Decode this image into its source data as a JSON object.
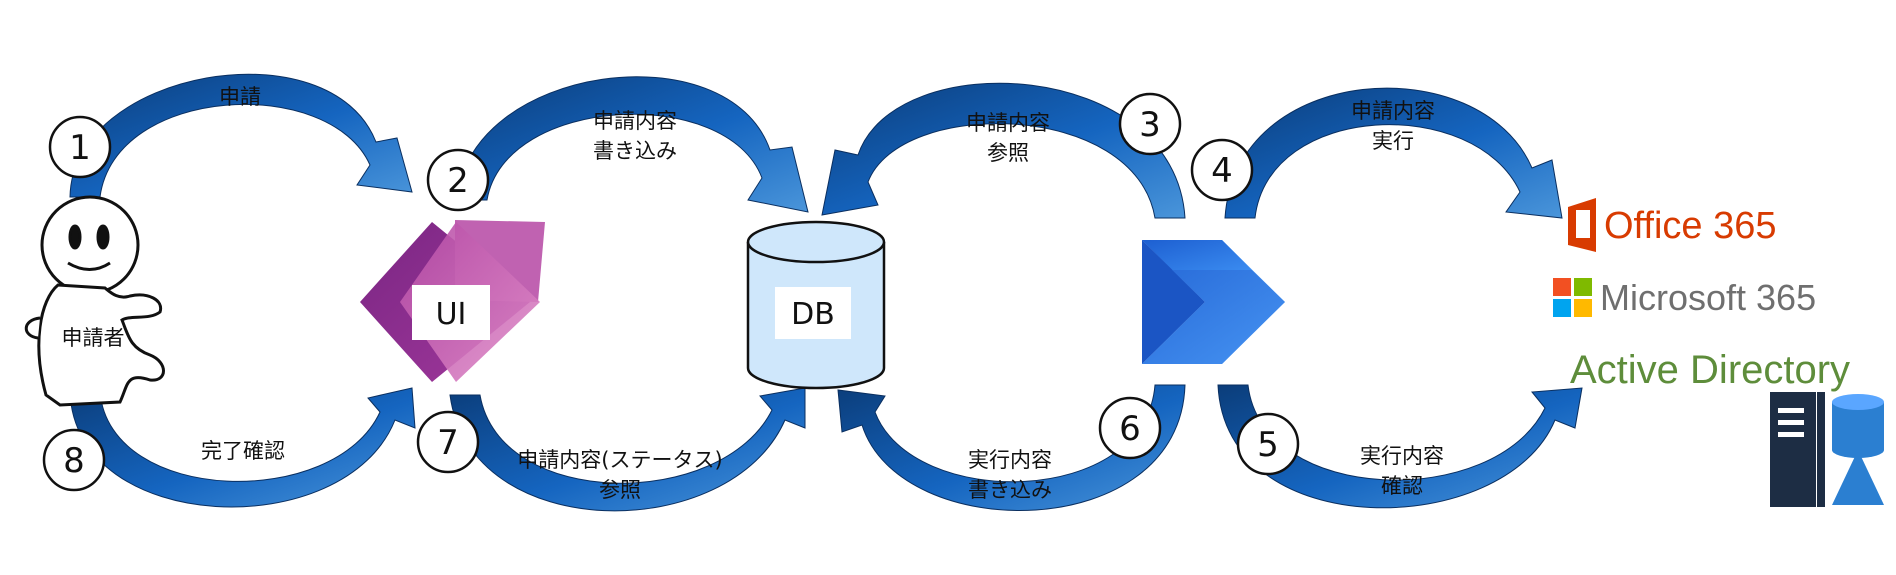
{
  "actors": {
    "applicant": "申請者",
    "ui": "UI",
    "db": "DB"
  },
  "steps": [
    {
      "num": "1",
      "lines": [
        "申請"
      ]
    },
    {
      "num": "2",
      "lines": [
        "申請内容",
        "書き込み"
      ]
    },
    {
      "num": "3",
      "lines": [
        "申請内容",
        "参照"
      ]
    },
    {
      "num": "4",
      "lines": [
        "申請内容",
        "実行"
      ]
    },
    {
      "num": "5",
      "lines": [
        "実行内容",
        "確認"
      ]
    },
    {
      "num": "6",
      "lines": [
        "実行内容",
        "書き込み"
      ]
    },
    {
      "num": "7",
      "lines": [
        "申請内容(ステータス)",
        "参照"
      ]
    },
    {
      "num": "8",
      "lines": [
        "完了確認"
      ]
    }
  ],
  "targets": {
    "office365": "Office 365",
    "microsoft365": "Microsoft 365",
    "active_directory": "Active Directory"
  },
  "colors": {
    "arrow_dark": "#0b3d7a",
    "arrow_mid": "#1565c0",
    "arrow_light": "#4a95da",
    "db_fill": "#cfe7fb",
    "powerapps_purple": "#8a2a8f",
    "automate_blue": "#1f6fe0",
    "office_orange": "#d83b01",
    "ad_green": "#5e8d3b"
  }
}
